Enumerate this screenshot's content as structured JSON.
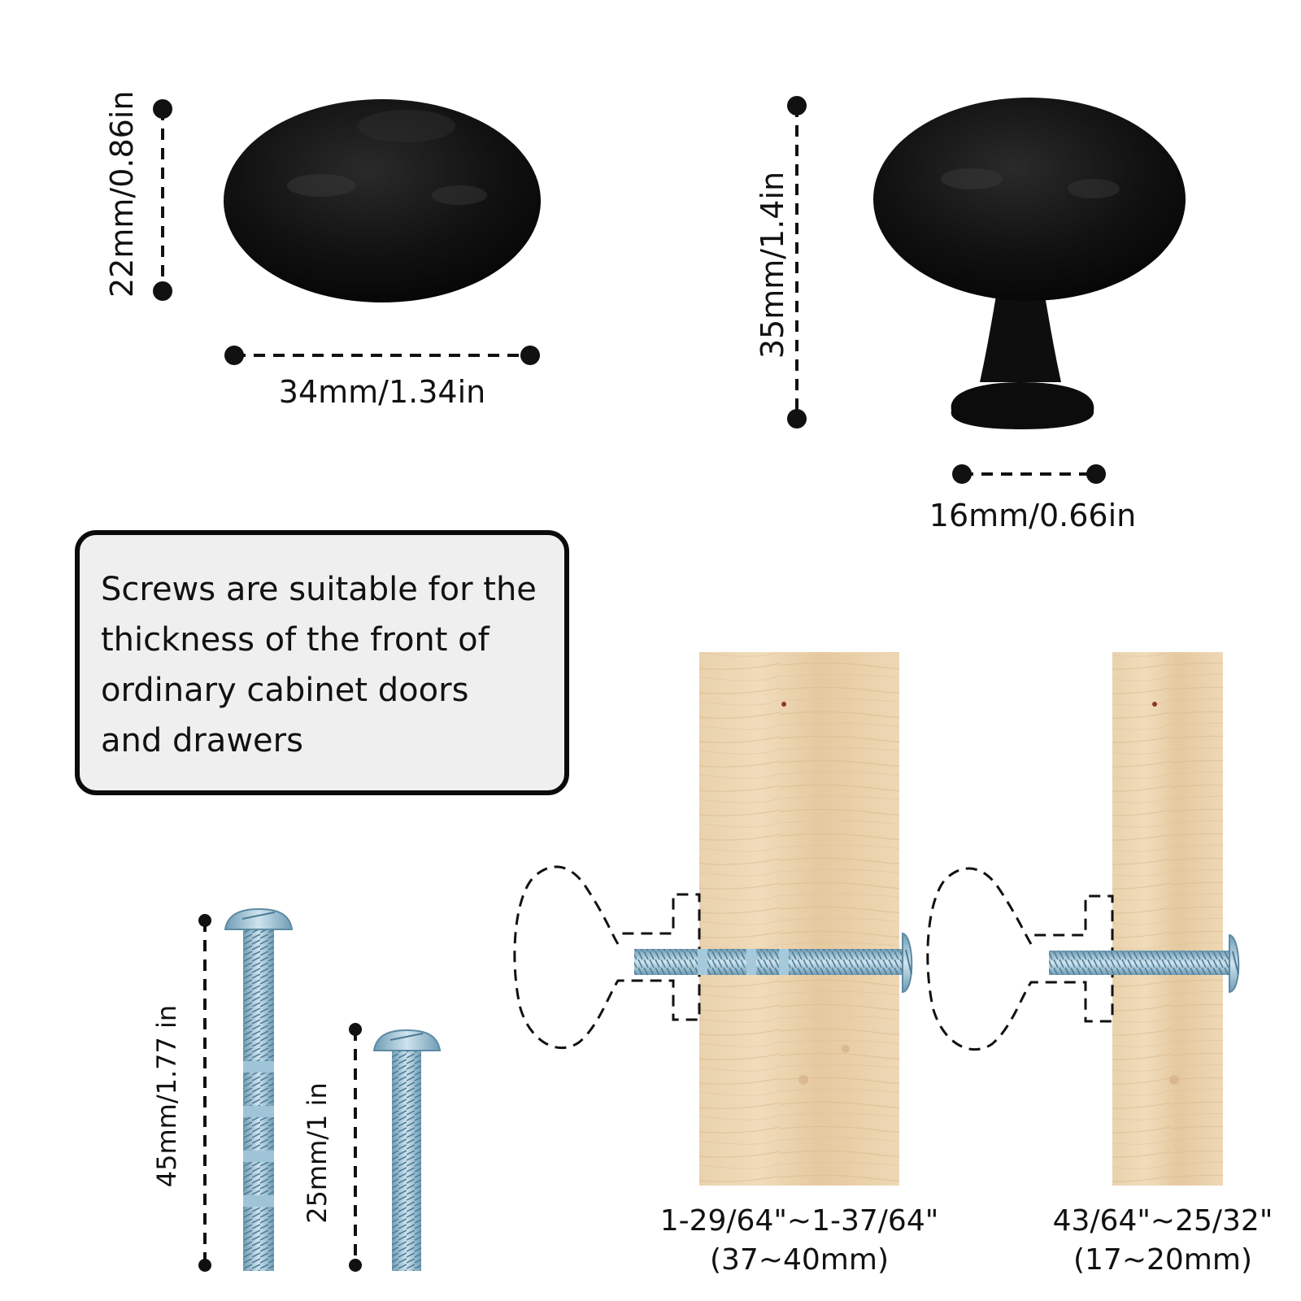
{
  "dimensions": {
    "knob_height": "22mm/0.86in",
    "knob_width": "34mm/1.34in",
    "knob_depth": "35mm/1.4in",
    "base_diameter": "16mm/0.66in"
  },
  "note": {
    "text": "Screws are suitable for the\nthickness of the front of\nordinary cabinet doors\nand drawers"
  },
  "screws": {
    "long_length": "45mm/1.77 in",
    "short_length": "25mm/1 in"
  },
  "panels": {
    "thick_range_in": "1-29/64\"~1-37/64\"",
    "thick_range_mm": "(37~40mm)",
    "thin_range_in": "43/64\"~25/32\"",
    "thin_range_mm": "(17~20mm)"
  },
  "colors": {
    "knob": "#0c0c0c",
    "wood": "#e7cda6",
    "screw": "#9cc2d6",
    "note_bg": "#efefef"
  }
}
